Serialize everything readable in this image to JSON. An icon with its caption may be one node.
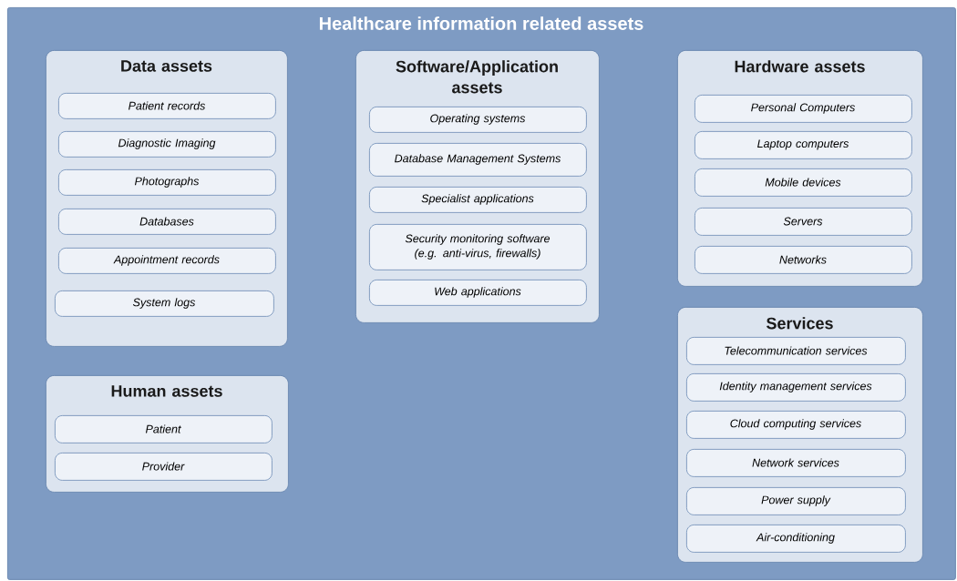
{
  "diagram": {
    "nodes": [
      {
        "text": [
          "Healthcare information related assets"
        ]
      },
      {
        "text": [
          "Data assets"
        ],
        "in": 0
      },
      {
        "text": [
          "Patient records"
        ],
        "in": 1
      },
      {
        "text": [
          "Diagnostic Imaging"
        ],
        "in": 1
      },
      {
        "text": [
          "Photographs"
        ],
        "in": 1
      },
      {
        "text": [
          "Databases"
        ],
        "in": 1
      },
      {
        "text": [
          "Appointment records"
        ],
        "in": 1
      },
      {
        "text": [
          "System logs"
        ],
        "in": 1
      },
      {
        "text": [
          "Software/Application assets"
        ],
        "in": 0
      },
      {
        "text": [
          "Operating systems"
        ],
        "in": 8
      },
      {
        "text": [
          "Database Management Systems"
        ],
        "in": 8
      },
      {
        "text": [
          "Specialist applications"
        ],
        "in": 8
      },
      {
        "text": [
          "Security monitoring software (e.g. anti-virus, firewalls)"
        ],
        "in": 8
      },
      {
        "text": [
          "Web applications"
        ],
        "in": 8
      },
      {
        "text": [
          "Hardware assets"
        ],
        "in": 0
      },
      {
        "text": [
          "Personal Computers"
        ],
        "in": 14
      },
      {
        "text": [
          "Laptop computers"
        ],
        "in": 14
      },
      {
        "text": [
          "Mobile devices"
        ],
        "in": 14
      },
      {
        "text": [
          "Servers"
        ],
        "in": 14
      },
      {
        "text": [
          "Networks"
        ],
        "in": 14
      },
      {
        "text": [
          "Services"
        ],
        "in": 0
      },
      {
        "text": [
          "Telecommunication services"
        ],
        "in": 20
      },
      {
        "text": [
          "Identity management services"
        ],
        "in": 20
      },
      {
        "text": [
          "Cloud computing services"
        ],
        "in": 20
      },
      {
        "text": [
          "Network services"
        ],
        "in": 20
      },
      {
        "text": [
          "Power supply"
        ],
        "in": 20
      },
      {
        "text": [
          "Air-conditioning"
        ],
        "in": 20
      },
      {
        "text": [
          "Human assets"
        ],
        "in": 0
      },
      {
        "text": [
          "Patient"
        ],
        "in": 27
      },
      {
        "text": [
          "Provider"
        ],
        "in": 27
      }
    ]
  }
}
